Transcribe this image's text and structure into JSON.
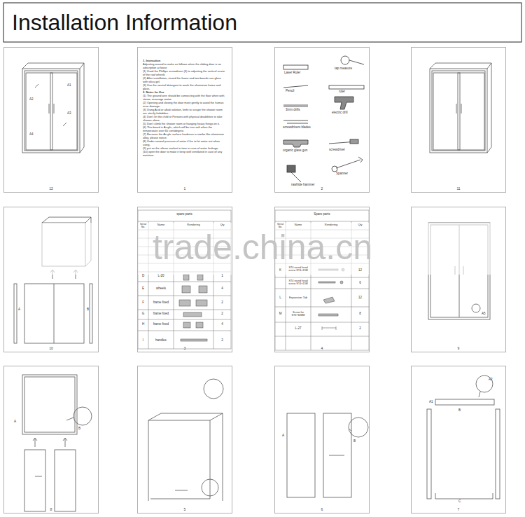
{
  "diagram": {
    "title": "Installation Information",
    "nodes": [
      {
        "text": [
          "12"
        ]
      },
      {
        "text": [
          "1"
        ]
      },
      {
        "text": [
          "2"
        ]
      },
      {
        "text": [
          "11"
        ]
      },
      {
        "text": [
          "10"
        ]
      },
      {
        "text": [
          "3"
        ]
      },
      {
        "text": [
          "4"
        ]
      },
      {
        "text": [
          "9"
        ]
      },
      {
        "text": [
          "8"
        ]
      },
      {
        "text": [
          "5"
        ]
      },
      {
        "text": [
          "6"
        ]
      },
      {
        "text": [
          "7"
        ]
      }
    ],
    "labels": [
      "trade.china.cn",
      "1. Instruction",
      "Adjusting wound to make as follows when the sliding door is no adscription at loose",
      "(1) Used the Phillips screwdriver (4) to adjusting the vertical screw of the roof wheels",
      "(2) After installation, rinsed the frame and two boards use glass with silica gel.",
      "(3) Use the neutral detergent to wash the aluminium frame and glass.",
      "2. Notes for Use",
      "(1) The ground wire should be connecting with the floor when with steam, massage motor.",
      "(2) Opening and closing the door more gently to avoid the human error damage.",
      "(3) Using Acid or alkali solution, knife to scrape the shower room are strictly forbidden.",
      "(4) Don't let the child or Persons with physical disabilities to take shower alone.",
      "(5) Don't climb the shower room or hanging heavy things on it.",
      "(6) This board is Acrylic, which will be turn soft when the temperature over 60 centidegree.",
      "(7) Because the Acrylic surface hardness is similar like aluminium alloy, please notice.",
      "(8) Under normal pressure of water if fire to let water out when using.",
      "(9) put on the silicon sealant in time in case of water leakage.",
      "(10) open the door to make it keep well ventilated in case of any moisture.",
      "Laser Ruler",
      "tap measure",
      "Pencil",
      "ruler",
      "3mm drills",
      "electric drill",
      "screwdrivers blades",
      "organic glass gun",
      "screwdriver",
      "Spanner",
      "rawhide hammer",
      "spare parts",
      "Serial No.",
      "Name",
      "Rendering",
      "Qty",
      "D",
      "L-20",
      "1",
      "E",
      "wheels",
      "4",
      "F",
      "frame fixed",
      "2",
      "G",
      "frame fixed",
      "2",
      "H",
      "frame fixed",
      "4",
      "I",
      "handles",
      "2",
      "Spare parts",
      "Serial No.",
      "Name",
      "Rendering",
      "Qty",
      "K",
      "ST4 round head screw ST4×15M",
      "12",
      "ST4 round head screw ST4×15M",
      "6",
      "L",
      "Expansion Tab",
      "12",
      "M",
      "Screw for ST6*30MM",
      "8",
      "L-27",
      "2",
      "A1",
      "A2",
      "A3",
      "A4",
      "A5",
      "A",
      "B",
      "A",
      "B",
      "A",
      "B",
      "A1",
      "A2",
      "B",
      "C"
    ]
  }
}
